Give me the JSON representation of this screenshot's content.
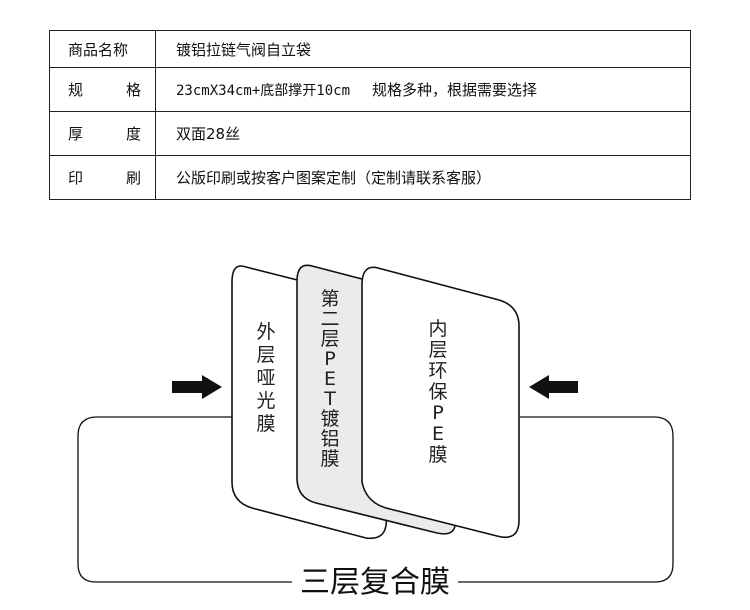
{
  "spec_table": {
    "rows": [
      {
        "label": "商品名称",
        "value": "镀铝拉链气阀自立袋"
      },
      {
        "label": "规格",
        "value_prefix": "23cmX34cm+底部撑开10cm",
        "value_suffix": "规格多种，根据需要选择"
      },
      {
        "label": "厚度",
        "value": "双面28丝"
      },
      {
        "label": "印刷",
        "value": "公版印刷或按客户图案定制（定制请联系客服）"
      }
    ]
  },
  "diagram": {
    "layers": [
      {
        "label": [
          "外",
          "层",
          "哑",
          "光",
          "膜"
        ]
      },
      {
        "label": [
          "第",
          "二",
          "层",
          "P",
          "E",
          "T",
          "镀",
          "铝",
          "膜"
        ]
      },
      {
        "label": [
          "内",
          "层",
          "环",
          "保",
          "P",
          "E",
          "膜"
        ]
      }
    ],
    "title": "三层复合膜",
    "colors": {
      "middle_layer_fill": "#ebebeb",
      "card_fill": "#ffffff",
      "stroke": "#111111"
    }
  }
}
